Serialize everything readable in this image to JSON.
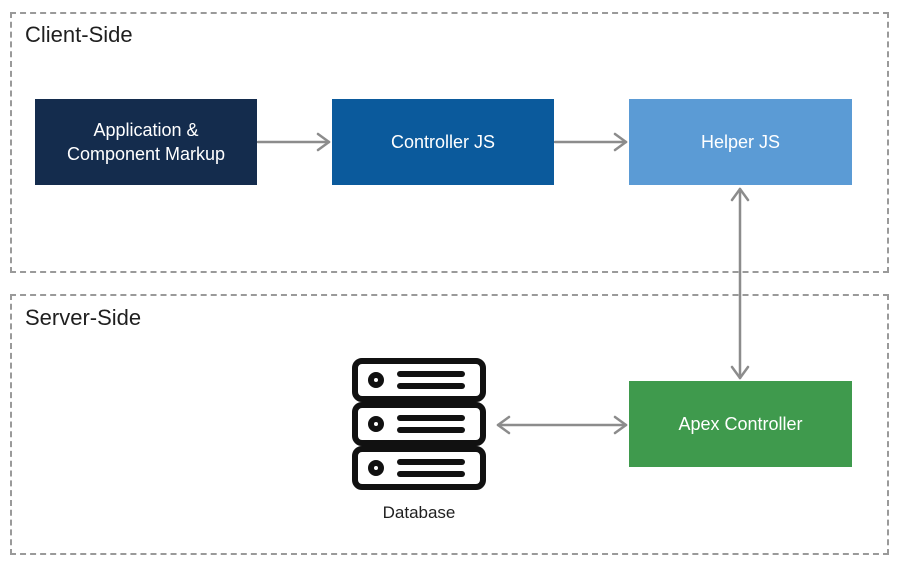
{
  "regions": {
    "client": "Client-Side",
    "server": "Server-Side"
  },
  "nodes": {
    "app_markup": "Application &\nComponent Markup",
    "controller_js": "Controller JS",
    "helper_js": "Helper JS",
    "apex_controller": "Apex Controller",
    "database": "Database"
  },
  "colors": {
    "app_markup": "#142c4d",
    "controller_js": "#0b5a9c",
    "helper_js": "#5b9bd5",
    "apex_controller": "#3f9a4d",
    "connector": "#8c8c8c",
    "region_border": "#9a9a9a"
  },
  "icons": {
    "database": "server-stack-icon"
  },
  "edges": [
    {
      "from": "app_markup",
      "to": "controller_js",
      "direction": "one-way"
    },
    {
      "from": "controller_js",
      "to": "helper_js",
      "direction": "one-way"
    },
    {
      "from": "helper_js",
      "to": "apex_controller",
      "direction": "two-way"
    },
    {
      "from": "database",
      "to": "apex_controller",
      "direction": "two-way"
    }
  ]
}
